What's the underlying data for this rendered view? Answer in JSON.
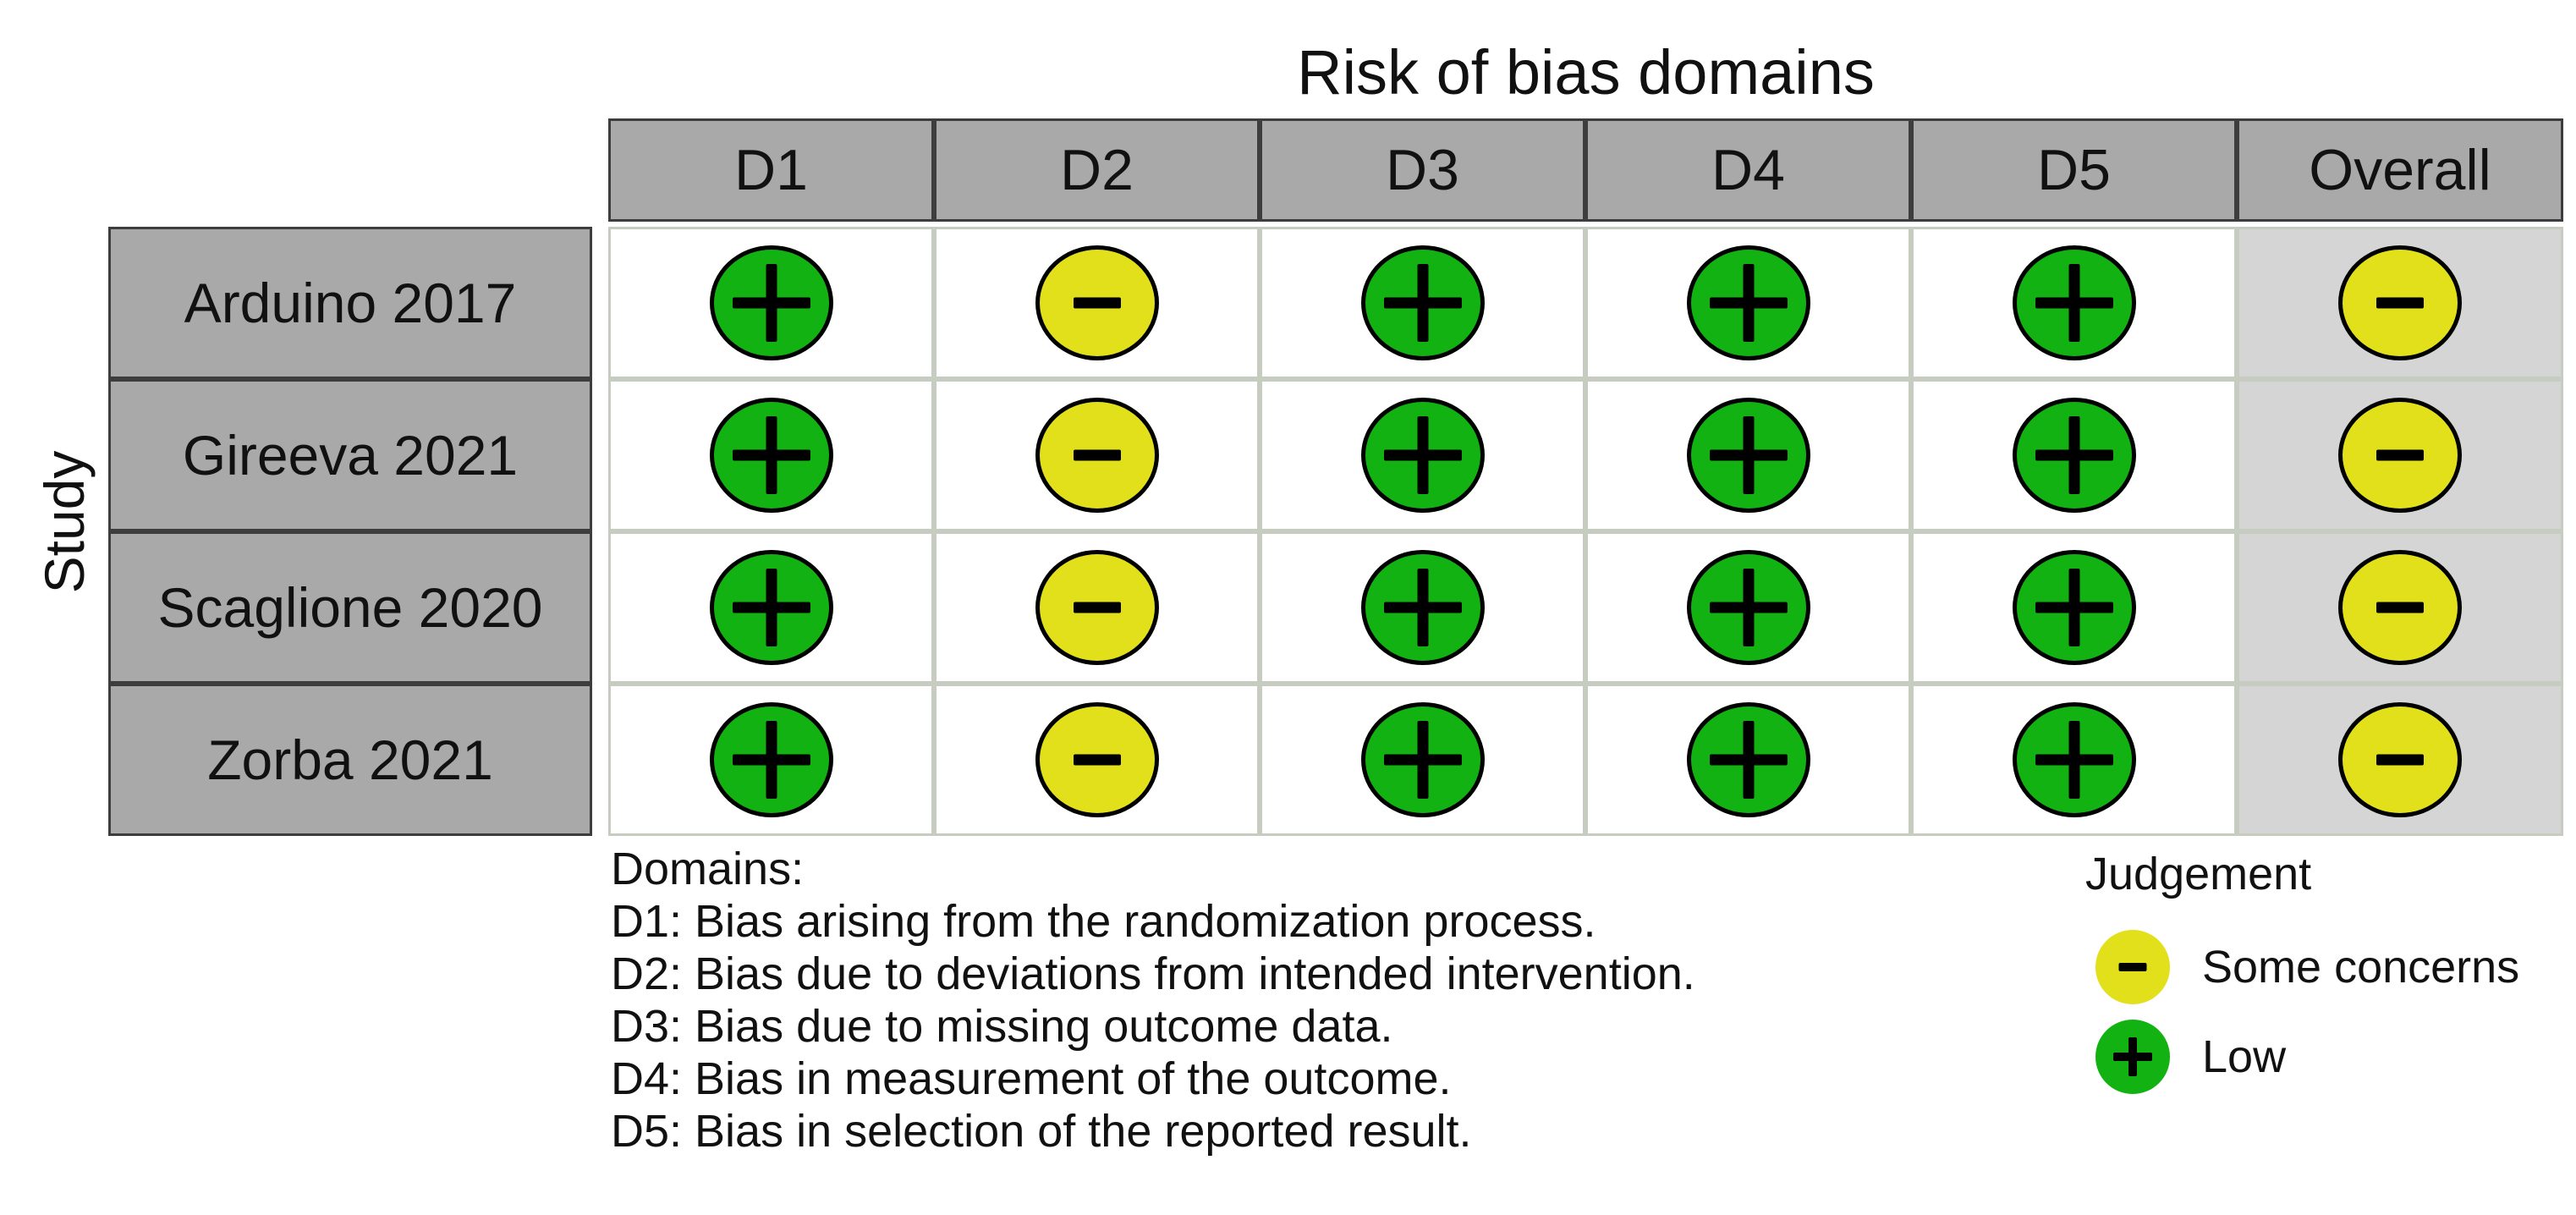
{
  "chart_data": {
    "type": "table",
    "title": "Risk of bias domains",
    "ylabel": "Study",
    "columns": [
      "D1",
      "D2",
      "D3",
      "D4",
      "D5",
      "Overall"
    ],
    "rows": [
      "Arduino 2017",
      "Gireeva 2021",
      "Scaglione 2020",
      "Zorba 2021"
    ],
    "judgements": [
      [
        "Low",
        "Some concerns",
        "Low",
        "Low",
        "Low",
        "Some concerns"
      ],
      [
        "Low",
        "Some concerns",
        "Low",
        "Low",
        "Low",
        "Some concerns"
      ],
      [
        "Low",
        "Some concerns",
        "Low",
        "Low",
        "Low",
        "Some concerns"
      ],
      [
        "Low",
        "Some concerns",
        "Low",
        "Low",
        "Low",
        "Some concerns"
      ]
    ],
    "footnote_heading": "Domains:",
    "domain_definitions": [
      "D1: Bias arising from the randomization process.",
      "D2: Bias due to deviations from intended intervention.",
      "D3: Bias due to missing outcome data.",
      "D4: Bias in measurement of the outcome.",
      "D5: Bias in selection of the reported result."
    ],
    "legend_title": "Judgement",
    "legend_entries": [
      {
        "label": "Some concerns",
        "symbol": "-",
        "judgement": "Some concerns"
      },
      {
        "label": "Low",
        "symbol": "+",
        "judgement": "Low"
      }
    ],
    "legend_position": "bottom-right",
    "colors": {
      "low": "#12b212",
      "some_concerns": "#e2df1b",
      "header_fill": "#a9a9a9",
      "overall_column_fill": "#d5d5d5",
      "dark_border": "#3d3d3d",
      "light_border": "#c6ccbf",
      "symbol": "#000000"
    }
  }
}
